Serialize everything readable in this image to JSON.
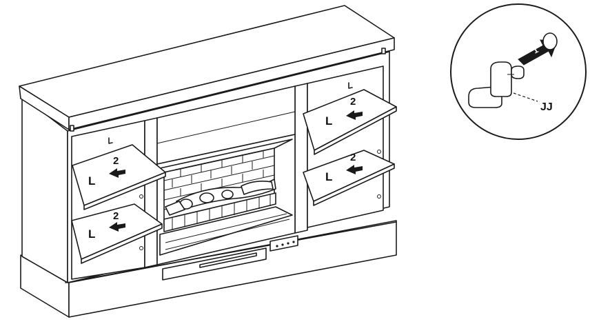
{
  "diagram": {
    "shelf_labels": [
      {
        "letter": "L",
        "step": "2"
      },
      {
        "letter": "L",
        "step": "2"
      },
      {
        "letter": "L",
        "step": "2"
      },
      {
        "letter": "L",
        "step": "2"
      }
    ],
    "detail": {
      "part_label": "JJ",
      "step_number": "1"
    }
  }
}
